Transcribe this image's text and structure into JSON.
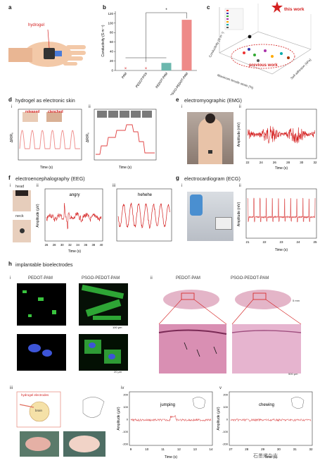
{
  "panels": {
    "a": {
      "label": "a",
      "hydrogel": "hydrogel"
    },
    "b": {
      "label": "b",
      "ylabel": "Conductivity (S m⁻¹)",
      "star": "*",
      "chart_data": {
        "type": "bar",
        "categories": [
          "PAM",
          "PEDOT:PSS",
          "PEDOT-PAM",
          "PSGO-PEDOT-PAM"
        ],
        "values": [
          0.2,
          0.3,
          16,
          107
        ],
        "ylim": [
          0,
          125
        ],
        "yticks": [
          0,
          20,
          40,
          60,
          80,
          100,
          120
        ]
      }
    },
    "c": {
      "label": "c",
      "ylabel": "Conductivity (S m⁻¹)",
      "xlabel": "Maximum tensile strain (%)",
      "zlabel": "Self-adhesion (kPa)",
      "this_work": "this work",
      "previous_work": "previous work"
    },
    "d": {
      "label": "d",
      "title": "hydrogel as electronic skin",
      "i": "i",
      "ii": "ii",
      "released": "released",
      "clenched": "clenched",
      "xlabel": "Time (s)",
      "ylabel": "ΔR/R₀"
    },
    "e": {
      "label": "e",
      "title": "electromyographic (EMG)",
      "i": "i",
      "ii": "ii",
      "xlabel": "Time (s)",
      "ylabel": "Amplitude (mV)",
      "xticks": [
        "22",
        "24",
        "26",
        "28",
        "30",
        "32"
      ]
    },
    "f": {
      "label": "f",
      "title": "electroencephalography (EEG)",
      "i": "i",
      "ii": "ii",
      "iii": "iii",
      "head": "head",
      "neck": "neck",
      "angry": "angry",
      "hehehe": "hehehe",
      "xlabel": "Time (s)",
      "ylabel": "Amplitude (μV)",
      "xticks": [
        "26",
        "28",
        "30",
        "32",
        "34",
        "36",
        "38",
        "40"
      ]
    },
    "g": {
      "label": "g",
      "title": "electrocardiogram (ECG)",
      "i": "i",
      "ii": "ii",
      "xlabel": "Time (s)",
      "ylabel": "Amplitude (mV)",
      "xticks": [
        "21",
        "22",
        "23",
        "24",
        "25"
      ]
    },
    "h": {
      "label": "h",
      "title": "implantable bioelectrodes",
      "i": "i",
      "ii": "ii",
      "iii": "iii",
      "iv": "iv",
      "v": "v",
      "pedot_pam": "PEDOT-PAM",
      "psgo_pedot_pam": "PSGO-PEDOT-PAM",
      "scale_100": "100 μm",
      "scale_20": "20 μm",
      "scale_5mm": "5 mm",
      "scale_500": "500 μm",
      "hydrogel_electrodes": "hydrogel electrodes",
      "brain": "brain",
      "jumping": "jumping",
      "chewing": "chewing",
      "xlabel": "Time (s)",
      "ylabel": "Amplitude (μV)",
      "iv_xticks": [
        "9",
        "10",
        "11",
        "12",
        "13",
        "14"
      ],
      "v_xticks": [
        "27",
        "28",
        "29",
        "30",
        "31",
        "32"
      ],
      "yticks": [
        "200",
        "100",
        "0",
        "-100",
        "-200"
      ]
    }
  },
  "watermark": "石墨烯杂志",
  "colors": {
    "red": "#d42020",
    "pink": "#ee8a88",
    "teal": "#6cb8ae",
    "green": "#2fb84a",
    "blue": "#3a5fd0"
  }
}
